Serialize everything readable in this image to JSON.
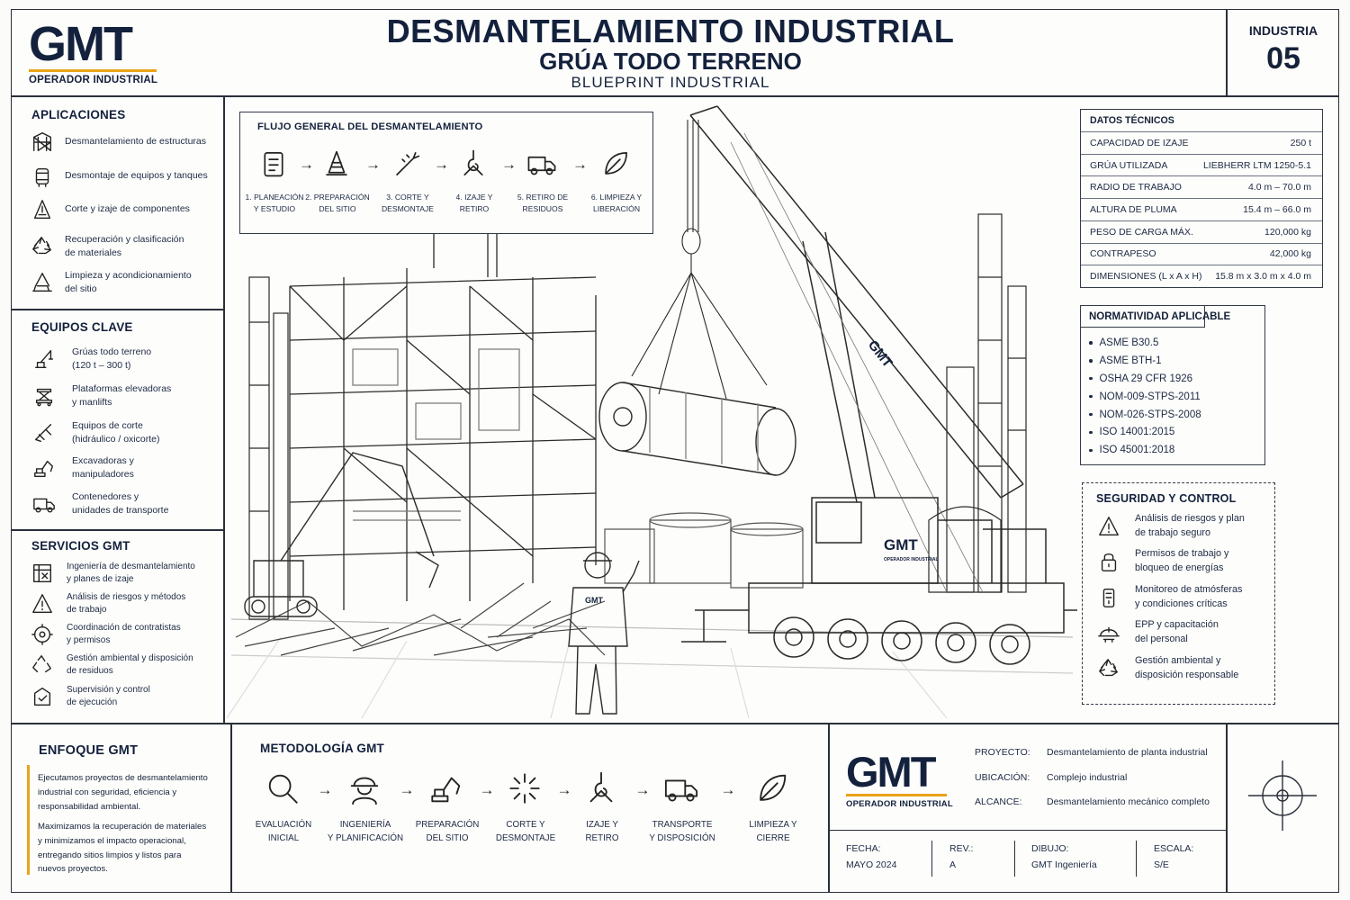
{
  "logo": {
    "text": "GMT",
    "sub": "OPERADOR INDUSTRIAL"
  },
  "header": {
    "title": "DESMANTELAMIENTO INDUSTRIAL",
    "subtitle": "GRÚA TODO TERRENO",
    "tagline": "BLUEPRINT INDUSTRIAL",
    "category_label": "INDUSTRIA",
    "category_number": "05"
  },
  "aplicaciones": {
    "title": "APLICACIONES",
    "items": [
      {
        "icon": "structure-icon",
        "label": "Desmantelamiento de estructuras"
      },
      {
        "icon": "tank-icon",
        "label": "Desmontaje de equipos y tanques"
      },
      {
        "icon": "cutting-icon",
        "label": "Corte y izaje de componentes"
      },
      {
        "icon": "recycle-icon",
        "label": "Recuperación y clasificación\nde materiales"
      },
      {
        "icon": "cleaning-icon",
        "label": "Limpieza y acondicionamiento\ndel sitio"
      }
    ]
  },
  "equipos": {
    "title": "EQUIPOS CLAVE",
    "items": [
      {
        "icon": "crane-icon",
        "label": "Grúas todo terreno\n(120 t – 300 t)"
      },
      {
        "icon": "lift-platform-icon",
        "label": "Plataformas elevadoras\ny manlifts"
      },
      {
        "icon": "cutter-icon",
        "label": "Equipos de corte\n(hidráulico / oxicorte)"
      },
      {
        "icon": "excavator-icon",
        "label": "Excavadoras y\nmanipuladores"
      },
      {
        "icon": "truck-icon",
        "label": "Contenedores y\nunidades de transporte"
      }
    ]
  },
  "servicios": {
    "title": "SERVICIOS GMT",
    "items": [
      {
        "icon": "engineering-icon",
        "label": "Ingeniería de desmantelamiento\ny planes de izaje"
      },
      {
        "icon": "risk-icon",
        "label": "Análisis de riesgos y métodos\nde trabajo"
      },
      {
        "icon": "coordination-icon",
        "label": "Coordinación de contratistas\ny permisos"
      },
      {
        "icon": "environment-icon",
        "label": "Gestión ambiental y disposición\nde residuos"
      },
      {
        "icon": "supervision-icon",
        "label": "Supervisión y control\nde ejecución"
      }
    ]
  },
  "flujo": {
    "title": "FLUJO GENERAL DEL DESMANTELAMIENTO",
    "steps": [
      {
        "icon": "checklist-icon",
        "label": "1. PLANEACIÓN\nY ESTUDIO"
      },
      {
        "icon": "cone-icon",
        "label": "2. PREPARACIÓN\nDEL SITIO"
      },
      {
        "icon": "torch-icon",
        "label": "3. CORTE Y\nDESMONTAJE"
      },
      {
        "icon": "hook-icon",
        "label": "4. IZAJE Y\nRETIRO"
      },
      {
        "icon": "truck-icon",
        "label": "5. RETIRO DE\nRESIDUOS"
      },
      {
        "icon": "leaf-icon",
        "label": "6. LIMPIEZA Y\nLIBERACIÓN"
      }
    ]
  },
  "illustration": {
    "crane_brand": "GMT",
    "crane_brand_sub": "OPERADOR INDUSTRIAL",
    "vest_brand": "GMT"
  },
  "datos": {
    "title": "DATOS TÉCNICOS",
    "rows": [
      {
        "label": "CAPACIDAD DE IZAJE",
        "value": "250 t"
      },
      {
        "label": "GRÚA UTILIZADA",
        "value": "LIEBHERR LTM 1250-5.1"
      },
      {
        "label": "RADIO DE TRABAJO",
        "value": "4.0 m – 70.0 m"
      },
      {
        "label": "ALTURA DE PLUMA",
        "value": "15.4 m – 66.0 m"
      },
      {
        "label": "PESO DE CARGA MÁX.",
        "value": "120,000 kg"
      },
      {
        "label": "CONTRAPESO",
        "value": "42,000 kg"
      },
      {
        "label": "DIMENSIONES (L x A x H)",
        "value": "15.8 m x 3.0 m x 4.0 m"
      }
    ]
  },
  "normatividad": {
    "title": "NORMATIVIDAD APLICABLE",
    "items": [
      "ASME B30.5",
      "ASME BTH-1",
      "OSHA 29 CFR 1926",
      "NOM-009-STPS-2011",
      "NOM-026-STPS-2008",
      "ISO 14001:2015",
      "ISO 45001:2018"
    ]
  },
  "seguridad": {
    "title": "SEGURIDAD Y CONTROL",
    "items": [
      {
        "icon": "warning-icon",
        "label": "Análisis de riesgos y plan\nde trabajo seguro"
      },
      {
        "icon": "lock-icon",
        "label": "Permisos de trabajo y\nbloqueo de energías"
      },
      {
        "icon": "gas-monitor-icon",
        "label": "Monitoreo de atmósferas\ny condiciones críticas"
      },
      {
        "icon": "helmet-icon",
        "label": "EPP y capacitación\ndel personal"
      },
      {
        "icon": "recycle-icon",
        "label": "Gestión ambiental y\ndisposición responsable"
      }
    ]
  },
  "enfoque": {
    "title": "ENFOQUE GMT",
    "p1": "Ejecutamos proyectos de desmantelamiento\nindustrial con seguridad, eficiencia y\nresponsabilidad ambiental.",
    "p2": "Maximizamos la recuperación de materiales\ny minimizamos el impacto operacional,\nentregando sitios limpios y listos para\nnuevos proyectos."
  },
  "metodologia": {
    "title": "METODOLOGÍA GMT",
    "steps": [
      {
        "icon": "magnifier-icon",
        "label": "EVALUACIÓN\nINICIAL"
      },
      {
        "icon": "engineer-icon",
        "label": "INGENIERÍA\nY PLANIFICACIÓN"
      },
      {
        "icon": "excavator-icon",
        "label": "PREPARACIÓN\nDEL SITIO"
      },
      {
        "icon": "spark-icon",
        "label": "CORTE Y\nDESMONTAJE"
      },
      {
        "icon": "hook-icon",
        "label": "IZAJE Y\nRETIRO"
      },
      {
        "icon": "truck-icon",
        "label": "TRANSPORTE\nY DISPOSICIÓN"
      },
      {
        "icon": "leaf-icon",
        "label": "LIMPIEZA Y\nCIERRE"
      }
    ]
  },
  "titleblock": {
    "proyecto_label": "PROYECTO:",
    "proyecto": "Desmantelamiento de planta industrial",
    "ubicacion_label": "UBICACIÓN:",
    "ubicacion": "Complejo industrial",
    "alcance_label": "ALCANCE:",
    "alcance": "Desmantelamiento mecánico completo",
    "fecha_label": "FECHA:",
    "fecha": "MAYO 2024",
    "rev_label": "REV.:",
    "rev": "A",
    "dibujo_label": "DIBUJO:",
    "dibujo": "GMT Ingeniería",
    "escala_label": "ESCALA:",
    "escala": "S/E"
  }
}
